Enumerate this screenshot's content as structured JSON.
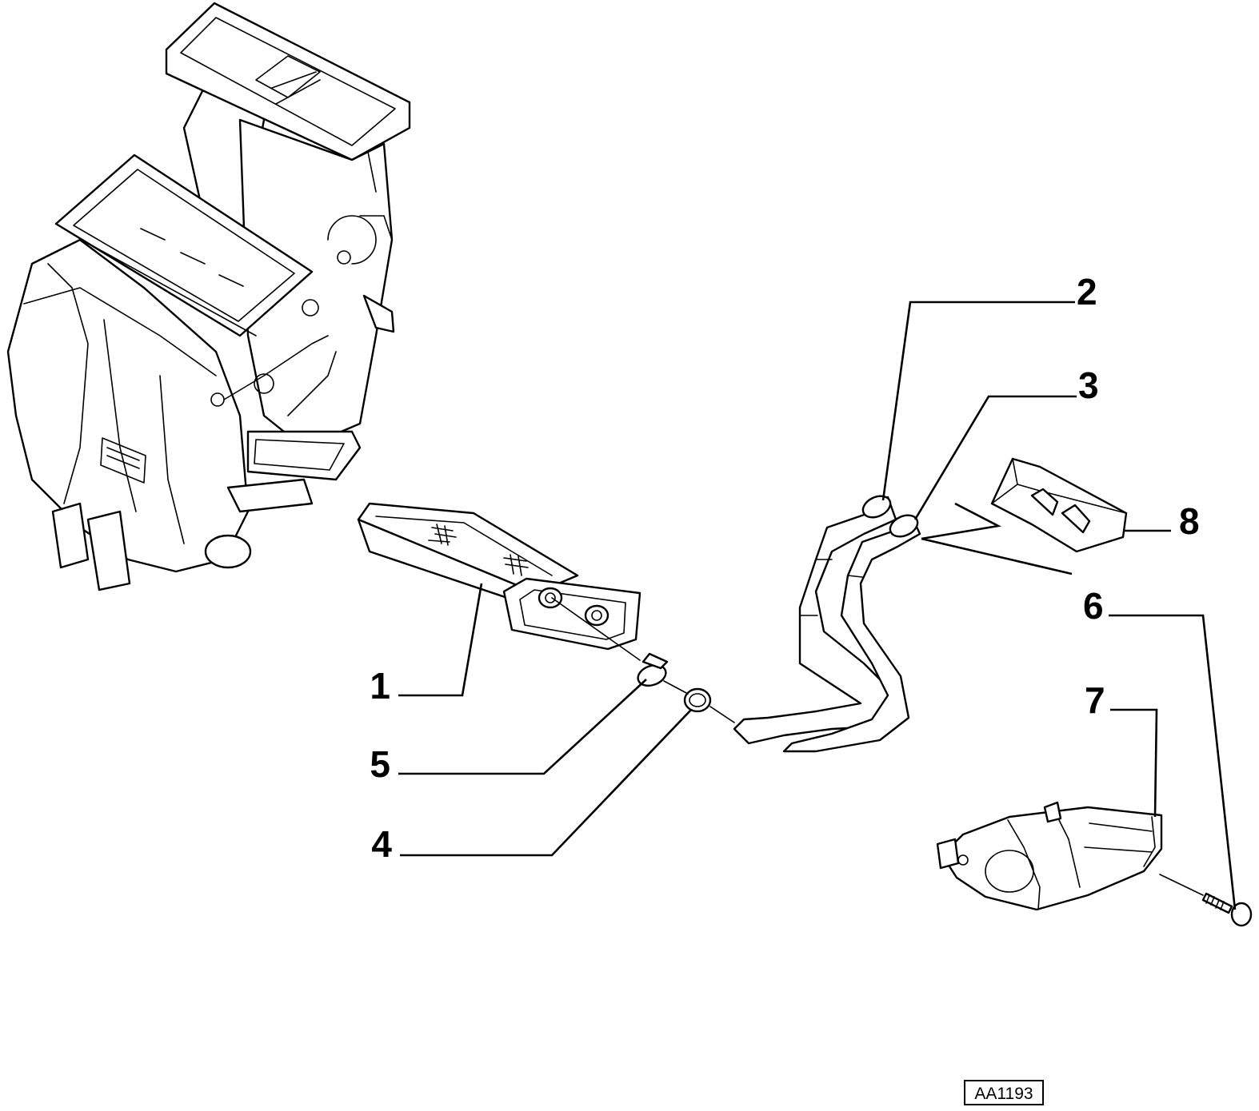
{
  "diagram": {
    "drawing_code": "AA1193",
    "callouts": [
      {
        "id": "callout-1",
        "label": "1"
      },
      {
        "id": "callout-2",
        "label": "2"
      },
      {
        "id": "callout-3",
        "label": "3"
      },
      {
        "id": "callout-4",
        "label": "4"
      },
      {
        "id": "callout-5",
        "label": "5"
      },
      {
        "id": "callout-6",
        "label": "6"
      },
      {
        "id": "callout-7",
        "label": "7"
      },
      {
        "id": "callout-8",
        "label": "8"
      }
    ]
  }
}
